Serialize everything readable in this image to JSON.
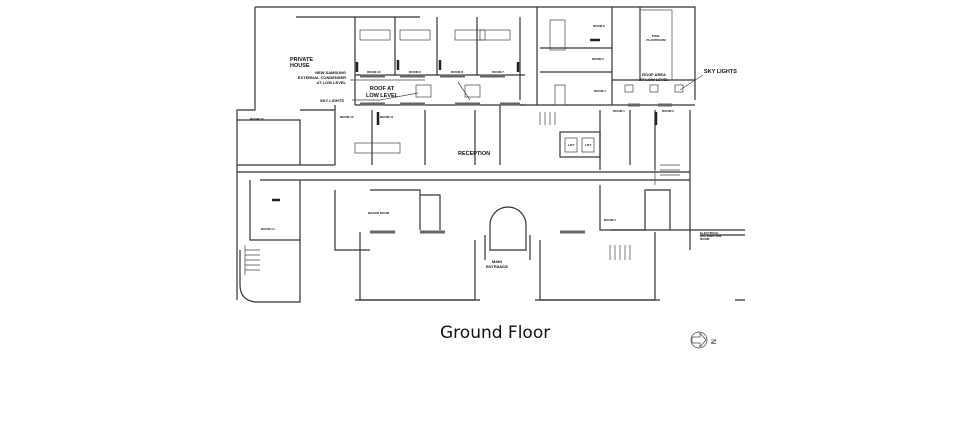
{
  "title": "Ground Floor",
  "labels": {
    "private_house": [
      "PRIVATE",
      "HOUSE"
    ],
    "condenser": [
      "NEW SAMSUNG",
      "EXTERNAL CONDENSER",
      "AT LOW LEVEL"
    ],
    "roof_low": [
      "ROOF AT",
      "LOW LEVEL"
    ],
    "sky_lights_left": "SKY LIGHTS",
    "sky_lights_right": "SKY LIGHTS",
    "roof_area": [
      "ROOF AREA",
      "AT LOW LEVEL"
    ],
    "pool_plantroom": [
      "POOL",
      "PLANTROOM"
    ],
    "reception": "RECEPTION",
    "board_room": "BOARD ROOM",
    "main_entrance": [
      "MAIN",
      "ENTRANCE"
    ],
    "electrical": [
      "ELECTRICAL",
      "DISTRIBUTION",
      "ROOM"
    ],
    "lift_a": "LIFT",
    "lift_b": "LIFT",
    "rooms": {
      "r1": "ROOM 1",
      "r2": "ROOM 2",
      "r3": "ROOM 3",
      "r4": "ROOM 4",
      "r5": "ROOM 5",
      "r6": "ROOM 6",
      "r7": "ROOM 7",
      "r8": "ROOM 8",
      "r9": "ROOM 9",
      "r10": "ROOM 10",
      "r11": "ROOM 11",
      "r12": "ROOM 12",
      "r14": "ROOM 14",
      "r15": "ROOM 15"
    }
  },
  "north_label": "N"
}
